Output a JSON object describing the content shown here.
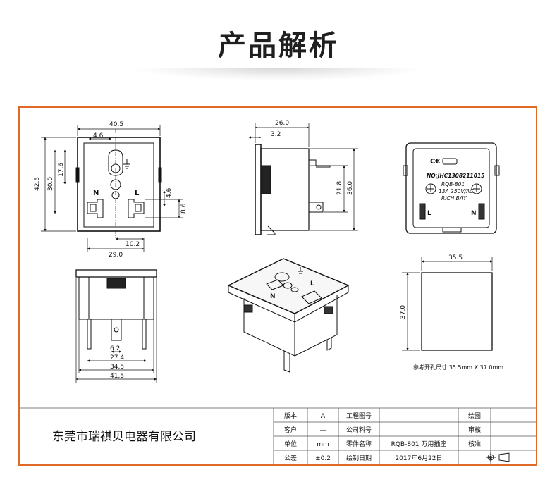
{
  "title": "产品解析",
  "front_view": {
    "dim_width_top": "40.5",
    "dim_pin_offset": "4.6",
    "dim_height_outer": "42.5",
    "dim_height_inner": "30.0",
    "dim_height_upper": "17.6",
    "dim_pin_right": "4.6",
    "dim_slot_height": "8.6",
    "dim_width_bottom": "29.0",
    "dim_slot_spacing": "10.2",
    "label_n": "N",
    "label_l": "L"
  },
  "side_view": {
    "dim_depth": "26.0",
    "dim_flange": "3.2",
    "dim_terminal": "21.8",
    "dim_height": "36.0"
  },
  "back_view": {
    "cert_mark": "C€",
    "label_no": "NO:JHC1308211015",
    "label_model": "RQB-801",
    "label_rating": "13A 250V/AC",
    "label_brand": "RICH BAY",
    "label_l": "L",
    "label_n": "N"
  },
  "bottom_view": {
    "dim_pin_spacing": "6.2",
    "dim_inner": "27.4",
    "dim_body": "34.5",
    "dim_flange": "41.5"
  },
  "panel_cutout": {
    "dim_width": "35.5",
    "dim_height": "37.0",
    "note": "参考开孔尺寸:35.5mm X 37.0mm"
  },
  "iso_view": {
    "label_n": "N",
    "label_l": "L"
  },
  "title_block": {
    "company": "东莞市瑞祺贝电器有限公司",
    "rows": [
      {
        "k1": "版本",
        "v1": "A",
        "k2": "工程图号",
        "v2": "",
        "k3": "绘图",
        "v3": ""
      },
      {
        "k1": "客户",
        "v1": "—",
        "k2": "公司料号",
        "v2": "",
        "k3": "审核",
        "v3": ""
      },
      {
        "k1": "单位",
        "v1": "mm",
        "k2": "零件名称",
        "v2": "RQB-801 万用插座",
        "k3": "核准",
        "v3": ""
      },
      {
        "k1": "公差",
        "v1": "±0.2",
        "k2": "绘制日期",
        "v2": "2017年6月22日",
        "k3": "",
        "v3": ""
      }
    ]
  }
}
